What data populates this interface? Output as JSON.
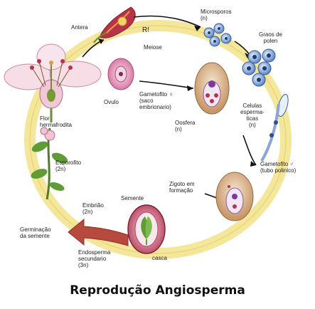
{
  "caption": "Reprodução Angiosperma",
  "labels": {
    "antera": "Antera",
    "microsporos": [
      "Microsporos",
      "(n)"
    ],
    "r": "R!",
    "meiose": "Meiose",
    "graos": [
      "Graos de",
      "polen"
    ],
    "ovulo": "Ovulo",
    "gametofito_f": [
      "Gametofito ♀",
      "(saco",
      "embrionario)"
    ],
    "flor": [
      "Flor",
      "hermafrodita"
    ],
    "celulas": [
      "Celulas",
      "esperma-",
      "ticas",
      "(n)"
    ],
    "oosfera": [
      "Oosfera",
      "(n)"
    ],
    "gametofito_m": [
      "Gametofito ♂",
      "(tubo polinico)"
    ],
    "esporofito": [
      "Esporofito",
      "(2n)"
    ],
    "zigoto": [
      "Zigoto em",
      "formação"
    ],
    "semente": "Semente",
    "embriao": [
      "Embrião",
      "(2n)"
    ],
    "germinacao": [
      "Germinação",
      "da semente"
    ],
    "endosperma": [
      "Endosperma",
      "secundario",
      "(3n)"
    ],
    "casca": "casca"
  }
}
